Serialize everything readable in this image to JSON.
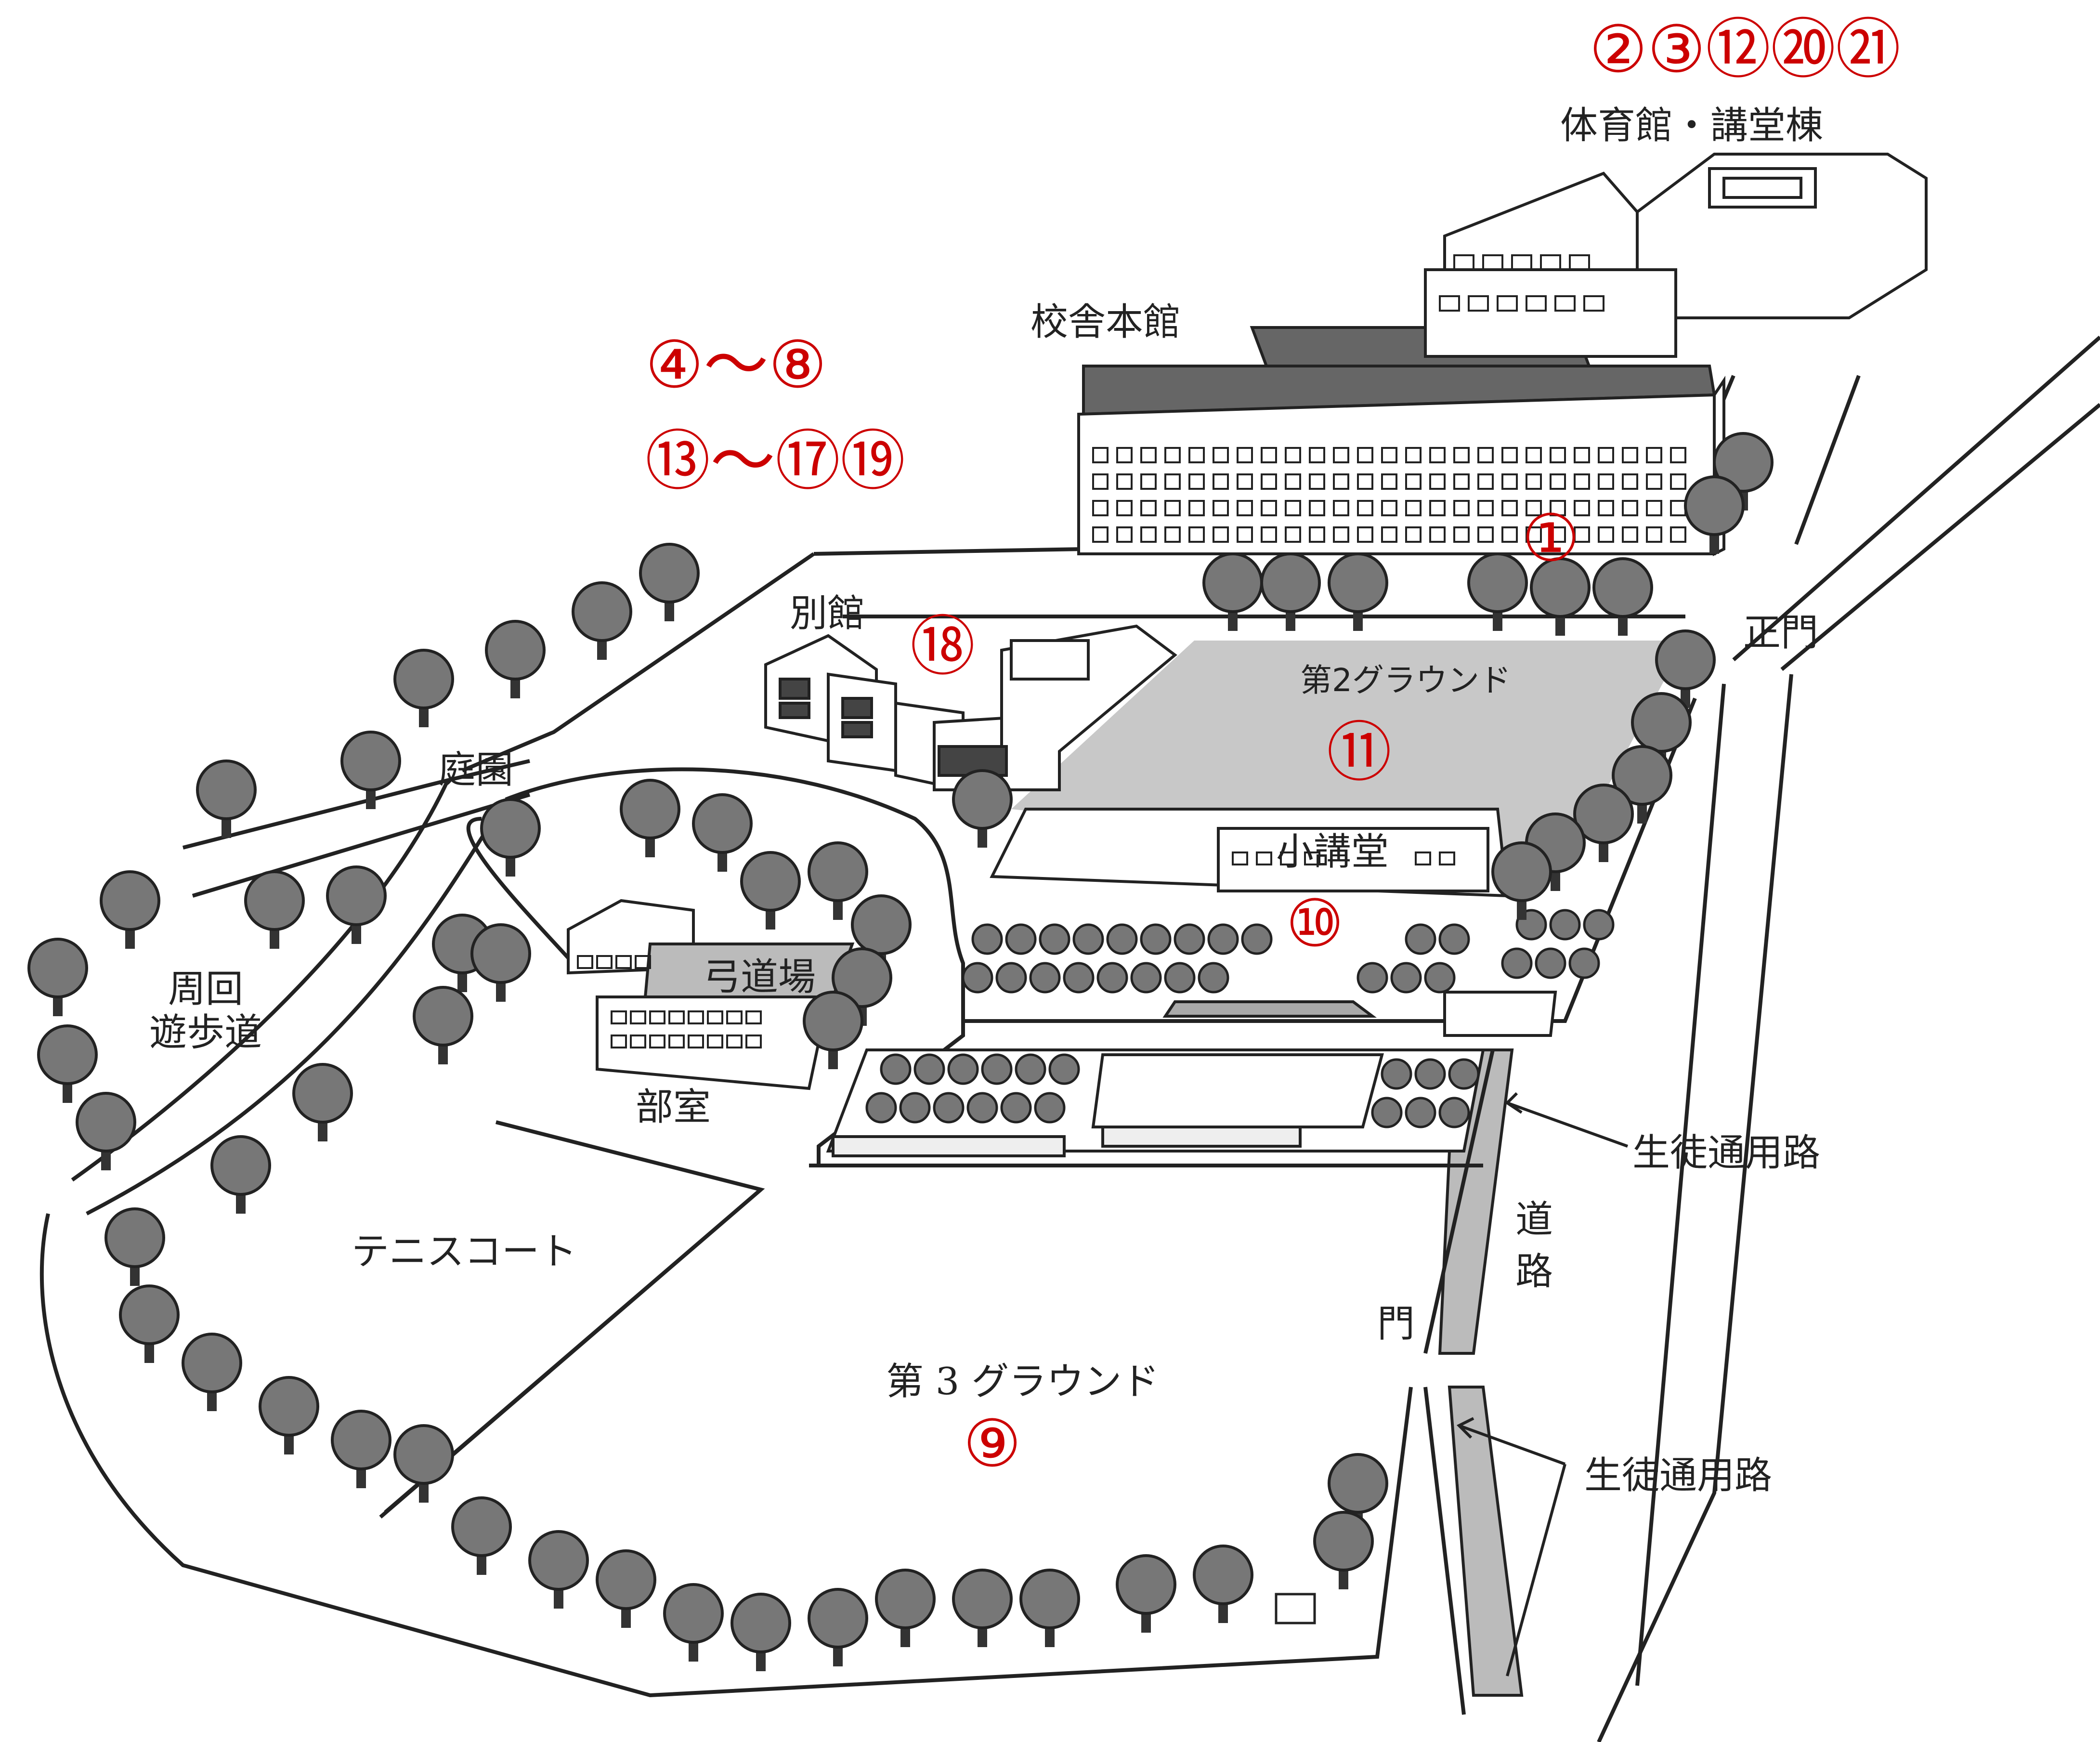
{
  "accent_color": "#cc0000",
  "labels": {
    "gym_hall": "体育館・講堂棟",
    "main_building": "校舎本館",
    "annex": "別館",
    "main_gate": "正門",
    "ground2": "第2グラウンド",
    "small_hall": "小講堂",
    "garden": "庭園",
    "walkway": "周回\n遊歩道",
    "archery": "弓道場",
    "clubroom": "部室",
    "student_path_1": "生徒通用路",
    "student_path_2": "生徒通用路",
    "road": "道路",
    "tennis": "テニスコート",
    "gate": "門",
    "ground3": "第 3 グラウンド"
  },
  "markers": {
    "gym_group": "②③⑫⑳㉑",
    "main_group_1": "④～⑧",
    "main_group_2": "⑬～⑰⑲",
    "m1": "①",
    "m18": "⑱",
    "m11": "⑪",
    "m10": "⑩",
    "m9": "⑨"
  }
}
